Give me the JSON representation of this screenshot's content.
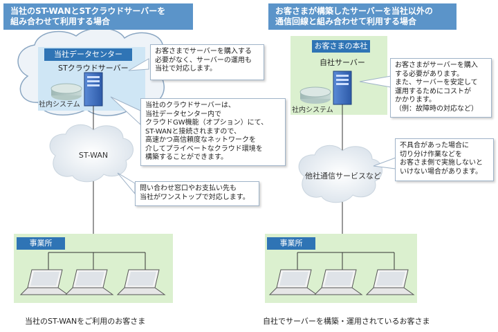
{
  "left": {
    "header": "当社のST-WANとSTクラウドサーバーを\n組み合わせて利用する場合",
    "datacenter_label": "当社データセンター",
    "server_label": "STクラウドサーバー",
    "system_label": "社内システム",
    "wan_label": "ST-WAN",
    "office_label": "事業所",
    "caption": "当社のST-WANをご利用のお客さま",
    "callouts": [
      "お客さまでサーバーを購入する\n必要がなく、サーバーの運用も\n当社で対応します。",
      "当社のクラウドサーバーは、\n当社データセンター内で\nクラウドGW機能（オプション）にて、\nST-WANと接続されますので、\n高速かつ高信頼度なネットワークを\n介してプライベートなクラウド環境を\n構築することができます。",
      "問い合わせ窓口やお支払い先も\n当社がワンストップで対応します。"
    ]
  },
  "right": {
    "header": "お客さまが構築したサーバーを当社以外の\n通信回線と組み合わせて利用する場合",
    "hq_label": "お客さまの本社",
    "server_label": "自社サーバー",
    "system_label": "社内システム",
    "network_label": "他社通信サービスなど",
    "office_label": "事業所",
    "caption": "自社でサーバーを構築・運用されているお客さま",
    "callouts": [
      "お客さまがサーバーを購入\nする必要があります。\nまた、サーバーを安定して\n運用するためにコストが\nかかります。\n（例：故障時の対応など）",
      "不具合があった場合に\n切り分け作業などを\nお客さま側で実施しないと\nいけない場合があります。"
    ]
  },
  "colors": {
    "header": "#5b94c9",
    "label_box": "#2f74b5",
    "green_area": "#dbf0cf",
    "datacenter_area": "#cfe6f5",
    "server": "#3d6fc2",
    "cloud": "#e8eef4"
  }
}
